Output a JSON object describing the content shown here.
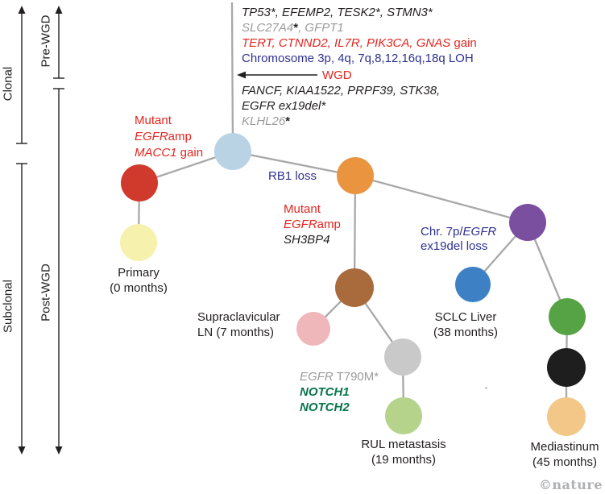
{
  "figure": {
    "watermark": "©nature"
  },
  "palette": {
    "edge_gray": "#a8a8a8",
    "axis_black": "#231f20",
    "text_red": "#e4251f",
    "text_navy": "#2e3192",
    "text_gray": "#9b9b9d",
    "text_green": "#077549",
    "watermark_gray": "#aeb0b2"
  },
  "axes": {
    "pre_wgd": "Pre-WGD",
    "clonal": "Clonal",
    "post_wgd": "Post-WGD",
    "subclonal": "Subclonal"
  },
  "trunk": {
    "line1": "TP53*, EFEMP2, TESK2*, STMN3*",
    "line2_gene": "SLC27A4",
    "line2_star": "*",
    "line2_rest": ", GFPT1",
    "line3_genes": "TERT, CTNND2, IL7R, PIK3CA, GNAS",
    "line3_suffix": " gain",
    "line4": "Chromosome 3p, 4q, 7q,8,12,16q,18q LOH",
    "wgd_label": "WGD",
    "line5": "FANCF, KIAA1522, PRPF39, STK38,",
    "line6": "EGFR ex19del*",
    "line7_gene": "KLHL26",
    "line7_star": "*"
  },
  "branches": {
    "macc1": {
      "l1": "Mutant",
      "l2_gene": "EGFR",
      "l2_suffix": "amp",
      "l3_gene": "MACC1",
      "l3_suffix": " gain"
    },
    "rb1": "RB1 loss",
    "sh3bp4": {
      "l1": "Mutant",
      "l2_gene": "EGFR",
      "l2_suffix": "amp",
      "l3": "SH3BP4"
    },
    "chr7p": {
      "l1_prefix": "Chr. 7p/",
      "l1_gene": "EGFR",
      "l2": "ex19del loss"
    },
    "t790m": {
      "gene": "EGFR",
      "rest": " T790M*",
      "notch1": "NOTCH1",
      "notch2": "NOTCH2"
    }
  },
  "nodes": {
    "truncal": {
      "color": "#b9d3e5"
    },
    "mutant_egfr_left": {
      "color": "#cf3a2d"
    },
    "primary": {
      "color": "#f6f2ad"
    },
    "rb1_loss": {
      "color": "#ea9440"
    },
    "egfr_amp_child": {
      "color": "#a96b3c"
    },
    "supraclavicular_ln": {
      "color": "#efb7ba"
    },
    "t790m": {
      "color": "#c9c9c9"
    },
    "rul_metastasis": {
      "color": "#b6d38b"
    },
    "chr7p_loss": {
      "color": "#7b4fa0"
    },
    "sclc_liver": {
      "color": "#3d80c4"
    },
    "mediastinum_upper": {
      "color": "#56a345"
    },
    "mediastinum_mid": {
      "color": "#1e1e1e"
    },
    "mediastinum": {
      "color": "#f2c788"
    }
  },
  "samples": {
    "primary": {
      "l1": "Primary",
      "l2": "(0 months)"
    },
    "supraclavicular": {
      "l1": "Supraclavicular",
      "l2": "LN (7 months)"
    },
    "sclc_liver": {
      "l1": "SCLC Liver",
      "l2": "(38 months)"
    },
    "rul": {
      "l1": "RUL metastasis",
      "l2": "(19 months)"
    },
    "mediastinum": {
      "l1": "Mediastinum",
      "l2": "(45 months)"
    }
  }
}
